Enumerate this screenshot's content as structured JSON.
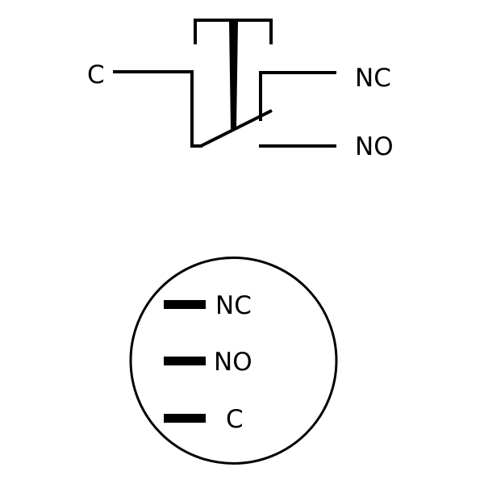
{
  "schematic": {
    "labels": {
      "common": "C",
      "normally_closed": "NC",
      "normally_open": "NO"
    }
  },
  "terminal_layout": {
    "pins": [
      {
        "label": "NC"
      },
      {
        "label": "NO"
      },
      {
        "label": "C"
      }
    ]
  },
  "colors": {
    "ink": "#000000",
    "background": "#ffffff"
  }
}
